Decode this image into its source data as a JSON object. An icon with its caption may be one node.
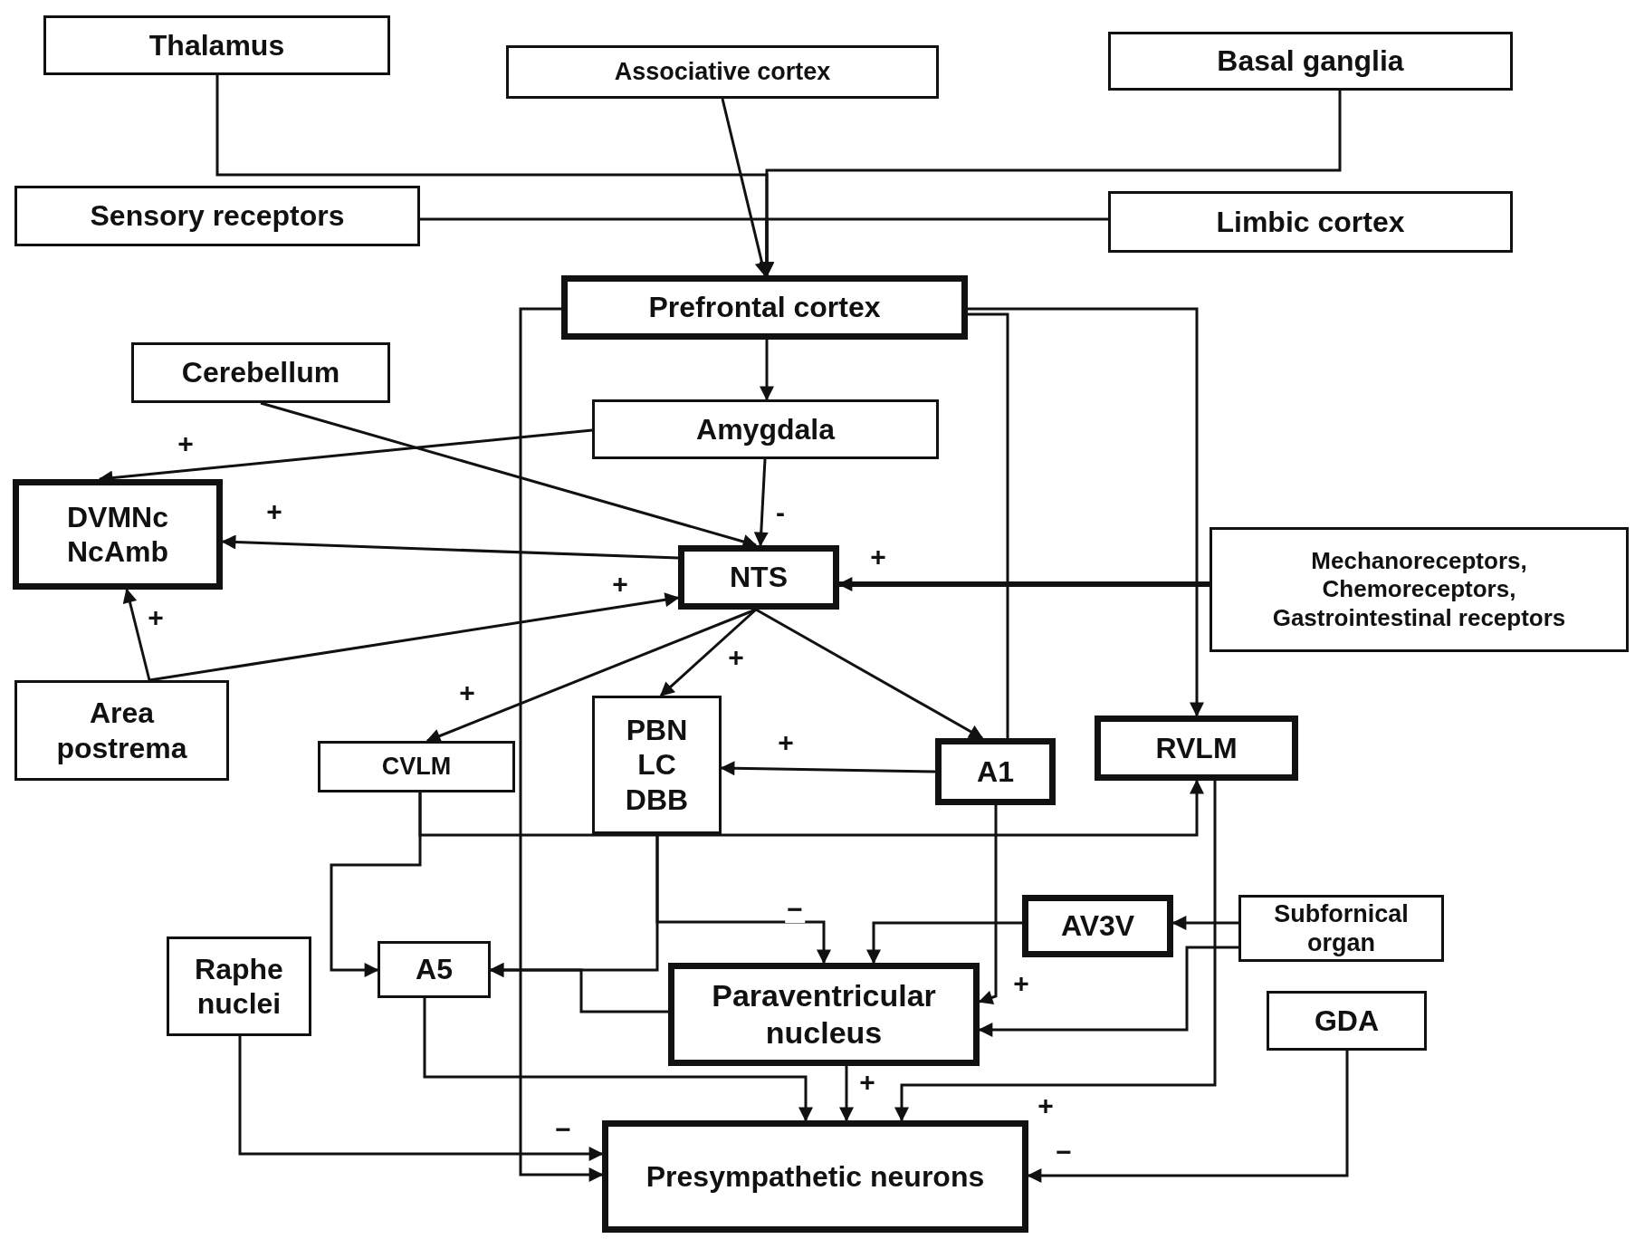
{
  "diagram": {
    "nodes": [
      {
        "text": [
          "Thalamus"
        ]
      },
      {
        "text": [
          "Associative cortex"
        ]
      },
      {
        "text": [
          "Basal ganglia"
        ]
      },
      {
        "text": [
          "Sensory receptors"
        ]
      },
      {
        "text": [
          "Limbic cortex"
        ]
      },
      {
        "text": [
          "Prefrontal cortex"
        ]
      },
      {
        "text": [
          "Cerebellum"
        ]
      },
      {
        "text": [
          "Amygdala"
        ]
      },
      {
        "text": [
          "DVMNc NcAmb"
        ]
      },
      {
        "text": [
          "NTS"
        ]
      },
      {
        "text": [
          "Mechanoreceptors, Chemoreceptors, Gastrointestinal receptors"
        ]
      },
      {
        "text": [
          "Area postrema"
        ]
      },
      {
        "text": [
          "CVLM"
        ]
      },
      {
        "text": [
          "PBN LC DBB"
        ]
      },
      {
        "text": [
          "A1"
        ]
      },
      {
        "text": [
          "RVLM"
        ]
      },
      {
        "text": [
          "AV3V"
        ]
      },
      {
        "text": [
          "Subfornical organ"
        ]
      },
      {
        "text": [
          "Raphe nuclei"
        ]
      },
      {
        "text": [
          "A5"
        ]
      },
      {
        "text": [
          "Paraventricular nucleus"
        ]
      },
      {
        "text": [
          "GDA"
        ]
      },
      {
        "text": [
          "Presympathetic neurons"
        ]
      }
    ],
    "edges": [
      {
        "from": 0,
        "to": 5,
        "arrow": "to"
      },
      {
        "from": 1,
        "to": 5,
        "arrow": "to"
      },
      {
        "from": 2,
        "to": 5,
        "arrow": "to"
      },
      {
        "from": 3,
        "to": 5,
        "arrow": "to"
      },
      {
        "from": 4,
        "to": 5,
        "arrow": "to"
      },
      {
        "from": 5,
        "to": 7,
        "arrow": "to"
      },
      {
        "from": 5,
        "to": 22,
        "arrow": "to"
      },
      {
        "from": 5,
        "to": 15,
        "arrow": "to"
      },
      {
        "from": 5,
        "to": 14,
        "arrow": "none"
      },
      {
        "from": 6,
        "to": 9,
        "arrow": "to"
      },
      {
        "from": 7,
        "to": 8,
        "arrow": "to",
        "label": "+"
      },
      {
        "from": 7,
        "to": 9,
        "arrow": "to",
        "label": "-"
      },
      {
        "from": 9,
        "to": 8,
        "arrow": "to",
        "label": "+"
      },
      {
        "from": 10,
        "to": 9,
        "arrow": "to",
        "label": "+",
        "style": "thick"
      },
      {
        "from": 11,
        "to": 9,
        "arrow": "to",
        "label": "+"
      },
      {
        "from": 11,
        "to": 8,
        "arrow": "to",
        "label": "+"
      },
      {
        "from": 9,
        "to": 12,
        "arrow": "to",
        "label": "+"
      },
      {
        "from": 9,
        "to": 13,
        "arrow": "to",
        "label": "+"
      },
      {
        "from": 9,
        "to": 14,
        "arrow": "to"
      },
      {
        "from": 14,
        "to": 13,
        "arrow": "to",
        "label": "+"
      },
      {
        "from": 12,
        "to": 15,
        "arrow": "to"
      },
      {
        "from": 12,
        "to": 19,
        "arrow": "to"
      },
      {
        "from": 13,
        "to": 19,
        "arrow": "to"
      },
      {
        "from": 13,
        "to": 20,
        "arrow": "to",
        "label": "−"
      },
      {
        "from": 16,
        "to": 20,
        "arrow": "to"
      },
      {
        "from": 17,
        "to": 16,
        "arrow": "to"
      },
      {
        "from": 17,
        "to": 20,
        "arrow": "to"
      },
      {
        "from": 14,
        "to": 20,
        "arrow": "to",
        "label": "+"
      },
      {
        "from": 20,
        "to": 19,
        "arrow": "to"
      },
      {
        "from": 20,
        "to": 22,
        "arrow": "to",
        "label": "+"
      },
      {
        "from": 19,
        "to": 22,
        "arrow": "to"
      },
      {
        "from": 15,
        "to": 22,
        "arrow": "to",
        "label": "+"
      },
      {
        "from": 18,
        "to": 22,
        "arrow": "to",
        "label": "−"
      },
      {
        "from": 21,
        "to": 22,
        "arrow": "to",
        "label": "−"
      }
    ]
  }
}
